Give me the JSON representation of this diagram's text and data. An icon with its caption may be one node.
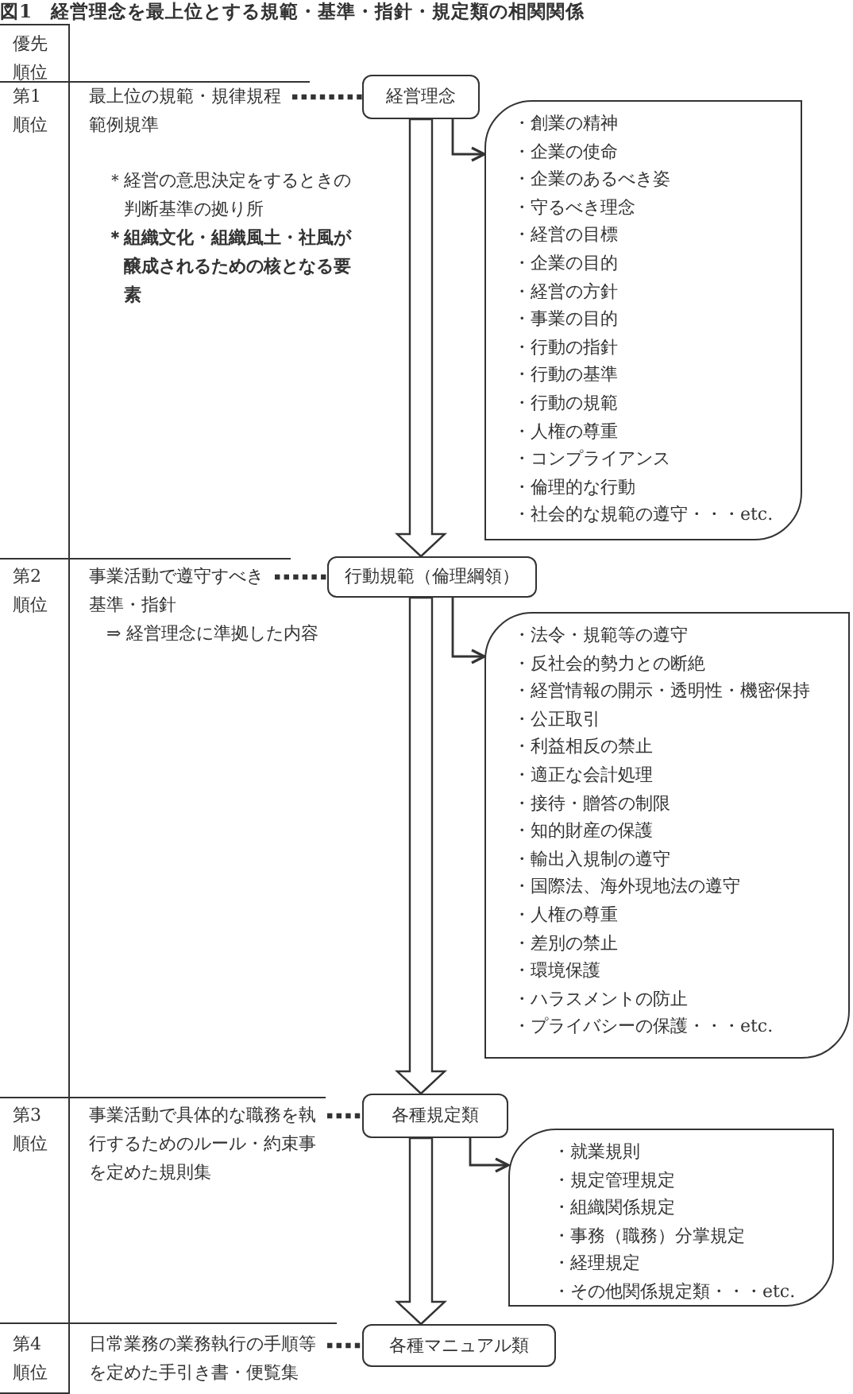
{
  "diagram": {
    "title": "図1　経営理念を最上位とする規範・基準・指針・規定類の相関関係",
    "nodes": [
      {
        "text": [
          "最上位の規範・規律規程範例規準"
        ]
      },
      {
        "text": [
          "経営理念"
        ]
      },
      {
        "text": [
          "・創業の精神",
          "・企業の使命",
          "・企業のあるべき姿",
          "・守るべき理念",
          "・経営の目標",
          "・企業の目的",
          "・経営の方針",
          "・事業の目的",
          "・行動の指針",
          "・行動の基準",
          "・行動の規範",
          "・人権の尊重",
          "・コンプライアンス",
          "・倫理的な行動",
          "・社会的な規範の遵守・・・etc."
        ]
      },
      {
        "text": [
          "事業活動で遵守すべき基準・指針"
        ]
      },
      {
        "text": [
          "行動規範（倫理綱領）"
        ]
      },
      {
        "text": [
          "・法令・規範等の遵守",
          "・反社会的勢力との断絶",
          "・経営情報の開示・透明性・機密保持",
          "・公正取引",
          "・利益相反の禁止",
          "・適正な会計処理",
          "・接待・贈答の制限",
          "・知的財産の保護",
          "・輸出入規制の遵守",
          "・国際法、海外現地法の遵守",
          "・人権の尊重",
          "・差別の禁止",
          "・環境保護",
          "・ハラスメントの防止",
          "・プライバシーの保護・・・etc."
        ]
      },
      {
        "text": [
          "事業活動で具体的な職務を執行するためのルール・約束事を定めた規則集"
        ]
      },
      {
        "text": [
          "各種規定類"
        ]
      },
      {
        "text": [
          "・就業規則",
          "・規定管理規定",
          "・組織関係規定",
          "・事務（職務）分掌規定",
          "・経理規定",
          "・その他関係規定類・・・etc."
        ]
      },
      {
        "text": [
          "日常業務の業務執行の手順等を定めた手引き書・便覧集"
        ]
      },
      {
        "text": [
          "各種マニュアル類"
        ]
      }
    ],
    "edges": [
      {
        "from": 0,
        "to": 1,
        "arrow": "none",
        "style": "dashed"
      },
      {
        "from": 1,
        "to": 2,
        "arrow": "to"
      },
      {
        "from": 1,
        "to": 4,
        "arrow": "to",
        "style": "thick"
      },
      {
        "from": 3,
        "to": 4,
        "arrow": "none",
        "style": "dashed"
      },
      {
        "from": 4,
        "to": 5,
        "arrow": "to"
      },
      {
        "from": 4,
        "to": 7,
        "arrow": "to",
        "style": "thick"
      },
      {
        "from": 6,
        "to": 7,
        "arrow": "none",
        "style": "dashed"
      },
      {
        "from": 7,
        "to": 8,
        "arrow": "to"
      },
      {
        "from": 7,
        "to": 10,
        "arrow": "to",
        "style": "thick"
      },
      {
        "from": 9,
        "to": 10,
        "arrow": "none",
        "style": "dashed"
      }
    ],
    "labels": [
      "優先順位",
      "第1順位",
      "＊経営の意思決定をするときの判断基準の拠り所",
      "＊組織文化・組織風土・社風が醸成されるための核となる要素",
      "第2順位",
      "⇒ 経営理念に準拠した内容",
      "第3順位",
      "第4順位"
    ]
  }
}
